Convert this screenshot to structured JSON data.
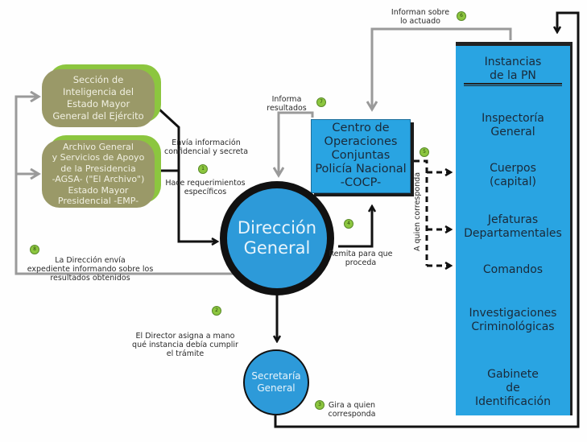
{
  "nodes": {
    "seccion_inteligencia": "Sección de Inteligencia del Estado Mayor General del Ejército",
    "seccion_lines": [
      "Sección de",
      "Inteligencia del",
      "Estado Mayor",
      "General del Ejército"
    ],
    "archivo_lines": [
      "Archivo General",
      "y Servicios de Apoyo",
      "de la Presidencia",
      "-AGSA- (\"El Archivo\")",
      "Estado Mayor",
      "Presidencial -EMP-"
    ],
    "cocp_lines": [
      "Centro de",
      "Operaciones",
      "Conjuntas",
      "Policía Nacional",
      "-COCP-"
    ],
    "direccion_lines": [
      "Dirección",
      "General"
    ],
    "secretaria_lines": [
      "Secretaría",
      "General"
    ],
    "instancias": {
      "title_lines": [
        "Instancias",
        "de la PN"
      ],
      "items": [
        [
          "Inspectoría",
          "General"
        ],
        [
          "Cuerpos",
          "(capital)"
        ],
        [
          "Jefaturas",
          "Departamentales"
        ],
        [
          "Comandos"
        ],
        [
          "Investigaciones",
          "Criminológicas"
        ],
        [
          "Gabinete",
          "de",
          "Identificación"
        ]
      ]
    }
  },
  "labels": {
    "envia_info": [
      "Envía información",
      "confidencial y secreta"
    ],
    "hace_req": [
      "Hace requerimientos",
      "específicos"
    ],
    "informa_resultados": [
      "Informa",
      "resultados"
    ],
    "informan_actuado": [
      "Informan sobre",
      "lo actuado"
    ],
    "remita": [
      "Remita para que",
      "proceda"
    ],
    "a_quien": "A quien corresponda",
    "direccion_envia": [
      "La Dirección envía",
      "expediente informando sobre los",
      "resultados obtenidos"
    ],
    "director_asigna": [
      "El Director asigna a mano",
      "qué instancia debía cumplir",
      "el trámite"
    ],
    "gira": [
      "Gira a quien",
      "corresponda"
    ]
  },
  "steps": [
    "1",
    "2",
    "3",
    "4",
    "5",
    "6",
    "7",
    "8"
  ],
  "colors": {
    "blue": "#29a4e2",
    "olive": "#9a9968",
    "green_accent": "#8cc63f",
    "gray_arrow": "#9a9a9a",
    "black_arrow": "#111111"
  }
}
